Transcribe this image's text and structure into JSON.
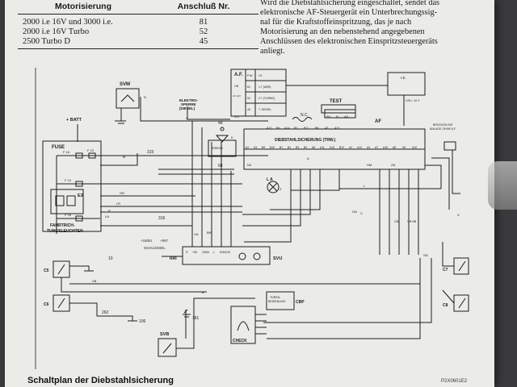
{
  "spec_table": {
    "headers": [
      "Motorisierung",
      "Anschluß Nr."
    ],
    "rows": [
      [
        "2000 i.e 16V und 3000 i.e.",
        "81"
      ],
      [
        "2000 i.e 16V Turbo",
        "52"
      ],
      [
        "2500 Turbo D",
        "45"
      ]
    ]
  },
  "prose": [
    "Wird die Diebstahlsicherung eingeschaltet, sendet das",
    "elektronische AF-Steuergerät ein Unterbrechungssig-",
    "nal für die Kraftstoffeinspritzung, das je nach",
    "Motorisierung an den nebenstehend angegebenen",
    "Anschlüssen des elektronischen Einspritzsteuergeräts",
    "anliegt."
  ],
  "diagram": {
    "components": {
      "svm": "SVM",
      "batt": "+ BATT",
      "fuse": "FUSE",
      "e3": "E3",
      "fahrt": [
        "FAHRTRICH-",
        "TUNGSLEUCHTEN"
      ],
      "af_main": "AF",
      "af_panel": "A.F.",
      "ie": "I.E.",
      "diebstahl": "DIEBSTAHLSICHERUNG (TRW.)",
      "nc": "N.C.",
      "test": "TEST",
      "elektro": [
        "ELEKTRO-",
        "SPERRE",
        "(DIESEL)"
      ],
      "sirene": "SIRENE",
      "la": "L A",
      "svu": "SVU",
      "rri": "RRI",
      "schluessel": "SCHLÜSSEL",
      "plus1554": "+15/54",
      "plusint": "+INT",
      "c5": "C5",
      "c6": "C6",
      "c7": "C7",
      "c8": "C8",
      "cbp": "CBP",
      "tuer": [
        "TÜREN-",
        "BEDIENUNG"
      ],
      "check": "CHECK",
      "svb": "SVB",
      "brucken": [
        "BRÜCKEN MIT",
        "ANLAGE OHNE A.F."
      ],
      "ie_note": "12N ≈ 10 V",
      "inv_dis": "INS/DIS"
    },
    "af_panel_rows": [
      [
        "P.IN",
        "I.E."
      ],
      [
        "81",
        "1.7 (ABR)"
      ],
      [
        "52",
        "2.7 (TURBO)"
      ],
      [
        "45",
        "T. DIESEL"
      ]
    ],
    "af_panel_side": [
      "ON",
      "2V 12V"
    ],
    "wire_numbers": [
      "315",
      "316",
      "10",
      "262",
      "106",
      "181",
      "48",
      "68"
    ],
    "fuse_labels": [
      "F 16",
      "F 23",
      "F 10",
      "F 25"
    ],
    "pins_top": [
      "A17",
      "B6",
      "A14",
      "B2",
      "B11",
      "B8",
      "A5",
      "A13"
    ],
    "pins_row2": [
      "A2",
      "A3",
      "B9",
      "B10",
      "B7",
      "B1",
      "B3",
      "B4",
      "A6",
      "A11",
      "A15",
      "B12",
      "A1",
      "A12",
      "A4",
      "A7",
      "A16",
      "A8",
      "A9",
      "A10"
    ],
    "test_pins": [
      "B5",
      "N",
      "A8"
    ],
    "svu_terminals": [
      "S",
      "+50",
      "15/54",
      "L"
    ],
    "wire_codes": [
      "M",
      "N",
      "C",
      "VG",
      "GR",
      "LR",
      "BR",
      "R",
      "VN",
      "LN",
      "VB",
      "CB",
      "SB",
      "SN",
      "NZ",
      "L",
      "B",
      "A",
      "Z",
      "HM",
      "ZN",
      "S",
      "GN",
      "V",
      "K",
      "VR"
    ]
  },
  "caption": "Schaltplan der Diebstahlsicherung",
  "figure_code": "P2X0601E2"
}
